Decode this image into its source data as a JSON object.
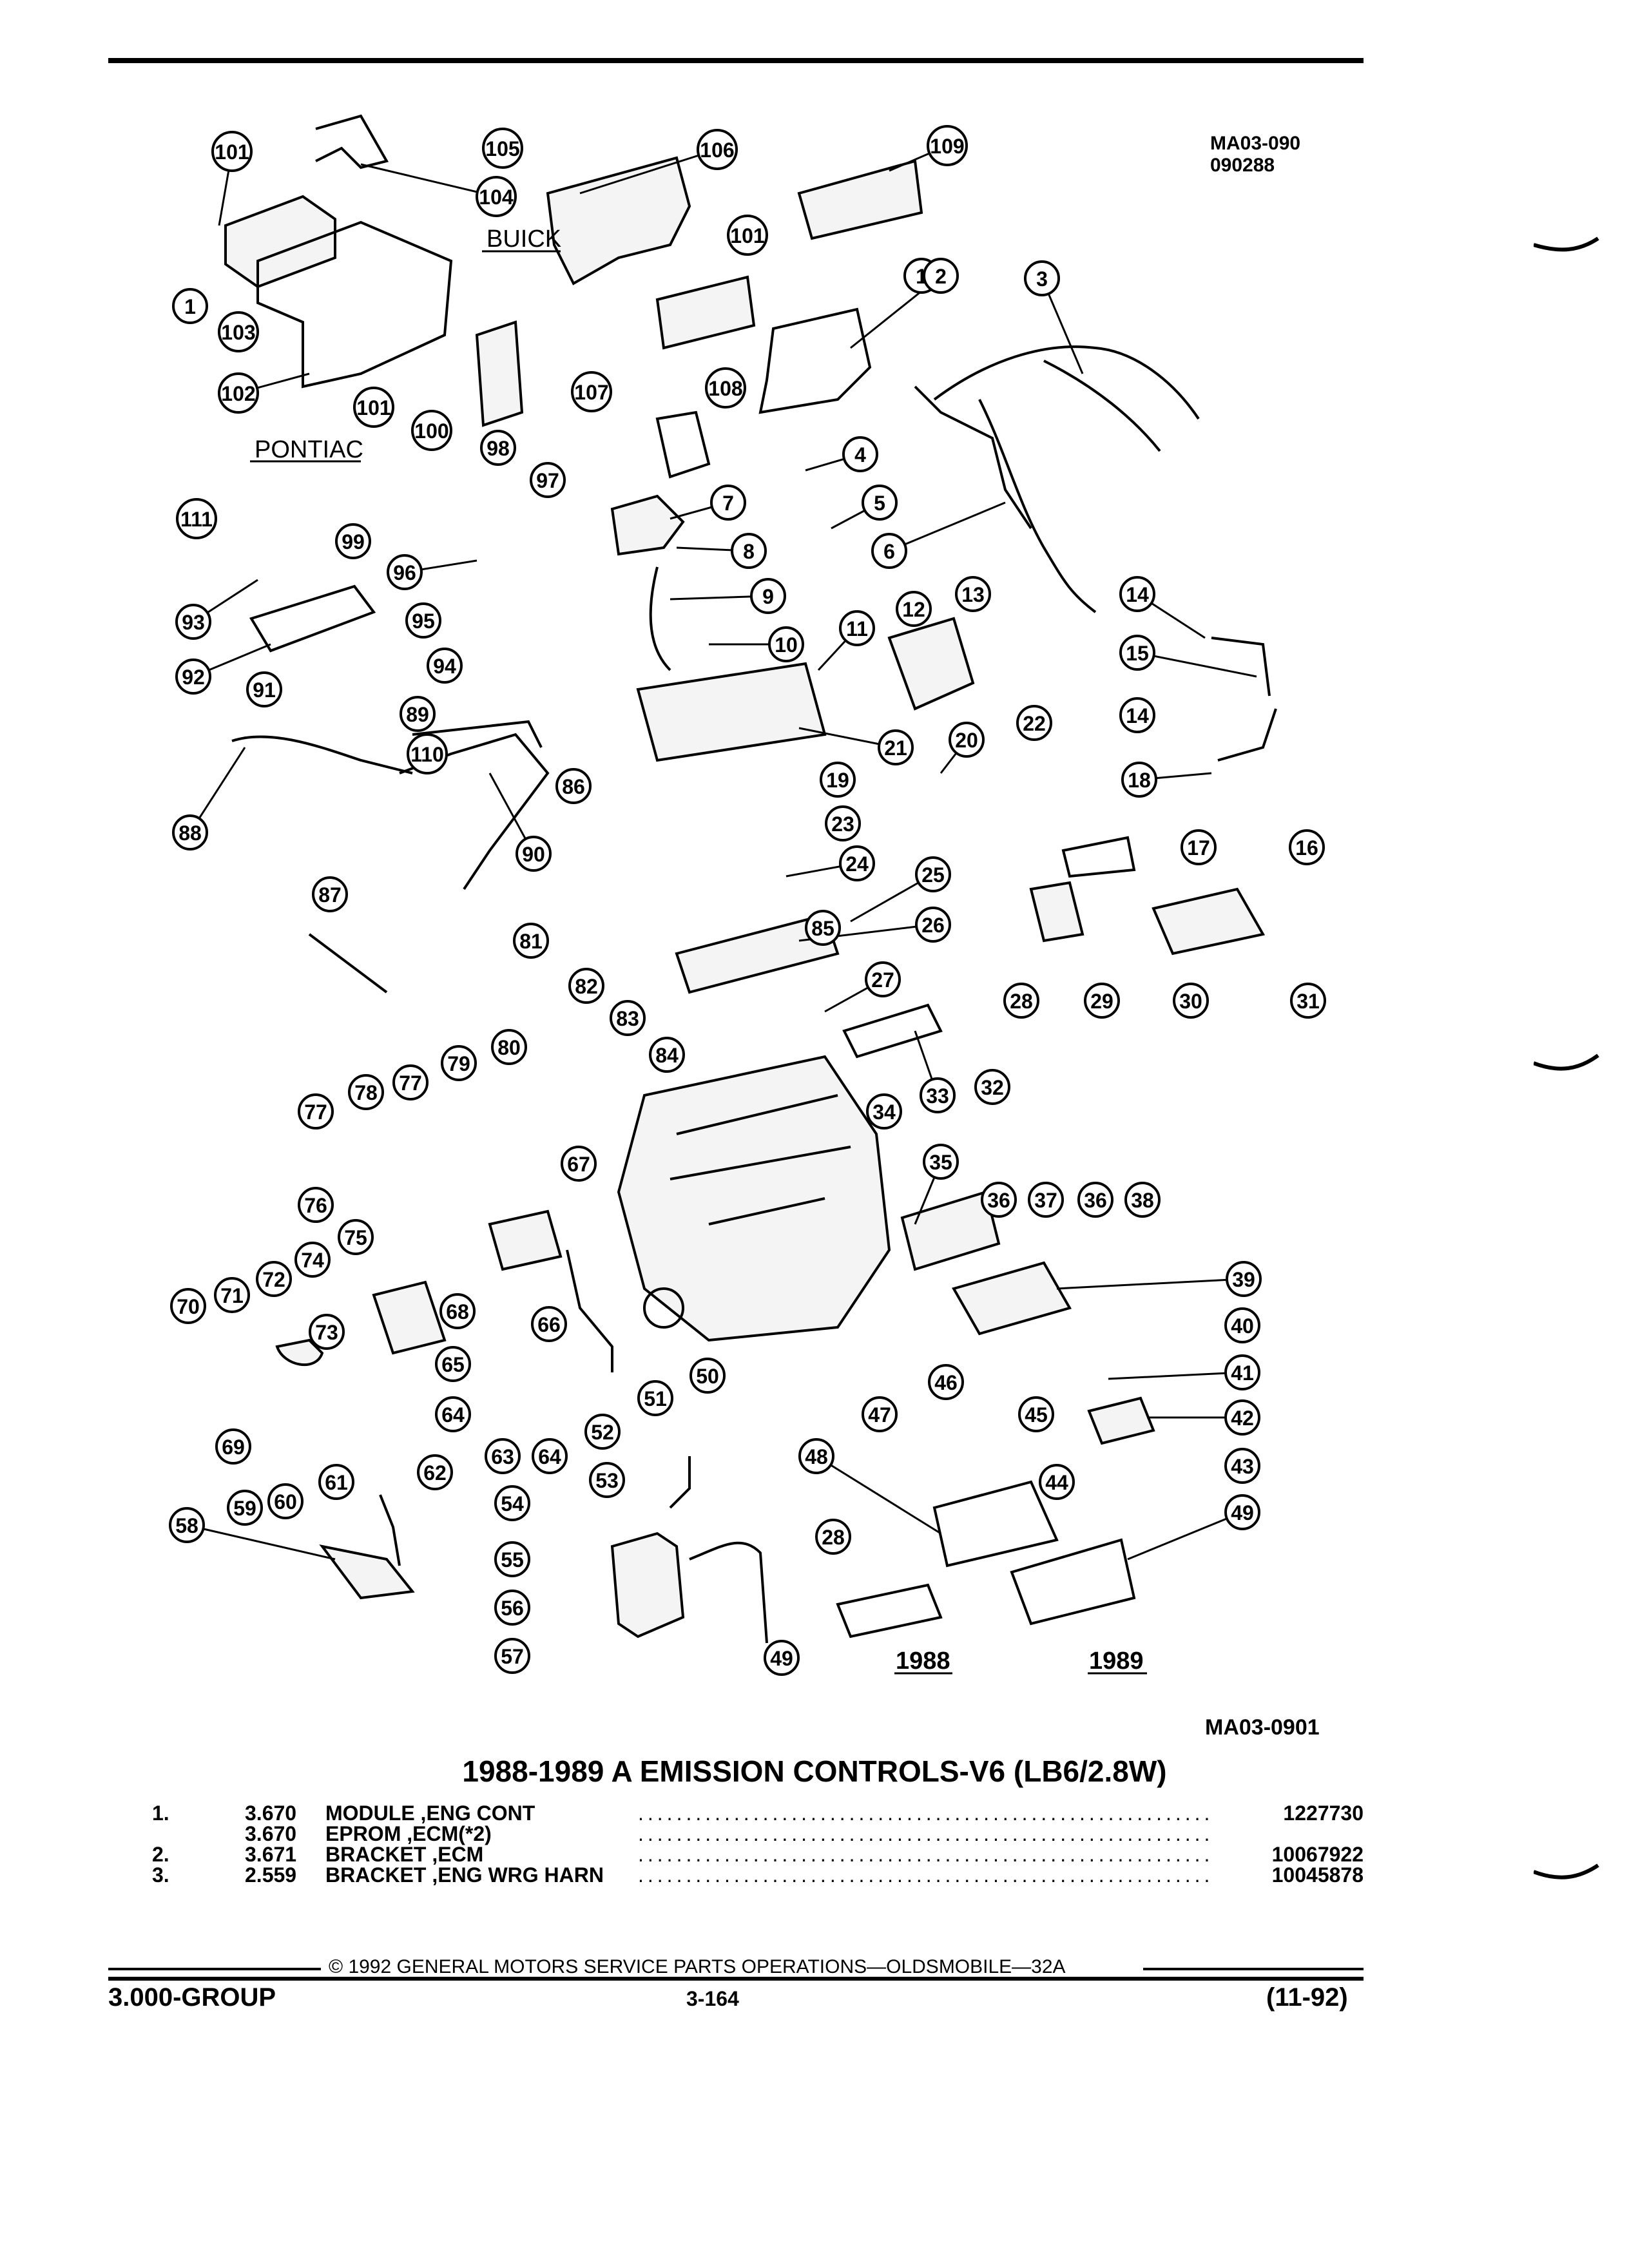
{
  "diagram": {
    "figure_id_top": "MA03-090",
    "figure_date": "090288",
    "figure_id_bottom": "MA03-0901",
    "labels": {
      "buick": "BUICK",
      "pontiac": "PONTIAC",
      "year_1988": "1988",
      "year_1989": "1989"
    },
    "callouts": [
      "1",
      "2",
      "3",
      "4",
      "5",
      "6",
      "7",
      "8",
      "9",
      "10",
      "11",
      "12",
      "13",
      "14",
      "15",
      "16",
      "17",
      "18",
      "19",
      "20",
      "21",
      "22",
      "23",
      "24",
      "25",
      "26",
      "27",
      "28",
      "29",
      "30",
      "31",
      "32",
      "33",
      "34",
      "35",
      "36",
      "37",
      "38",
      "39",
      "40",
      "41",
      "42",
      "43",
      "44",
      "45",
      "46",
      "47",
      "48",
      "49",
      "50",
      "51",
      "52",
      "53",
      "54",
      "55",
      "56",
      "57",
      "58",
      "59",
      "60",
      "61",
      "62",
      "63",
      "64",
      "65",
      "66",
      "67",
      "68",
      "69",
      "70",
      "71",
      "72",
      "73",
      "74",
      "75",
      "76",
      "77",
      "78",
      "79",
      "80",
      "81",
      "82",
      "83",
      "84",
      "85",
      "86",
      "87",
      "88",
      "89",
      "90",
      "91",
      "92",
      "93",
      "94",
      "95",
      "96",
      "97",
      "98",
      "99",
      "100",
      "101",
      "102",
      "103",
      "104",
      "105",
      "106",
      "107",
      "108",
      "109",
      "110",
      "111"
    ]
  },
  "title": "1988-1989 A EMISSION CONTROLS-V6 (LB6/2.8W)",
  "parts": [
    {
      "ref": "1.",
      "group": "3.670",
      "name": "MODULE ,ENG CONT",
      "part_no": "1227730"
    },
    {
      "ref": "",
      "group": "3.670",
      "name": "EPROM ,ECM(*2)",
      "part_no": ""
    },
    {
      "ref": "2.",
      "group": "3.671",
      "name": "BRACKET ,ECM",
      "part_no": "10067922"
    },
    {
      "ref": "3.",
      "group": "2.559",
      "name": "BRACKET ,ENG WRG HARN",
      "part_no": "10045878"
    }
  ],
  "footer": {
    "copyright": "© 1992 GENERAL MOTORS SERVICE PARTS OPERATIONS—OLDSMOBILE—32A",
    "group": "3.000-GROUP",
    "page": "3-164",
    "date": "(11-92)"
  }
}
